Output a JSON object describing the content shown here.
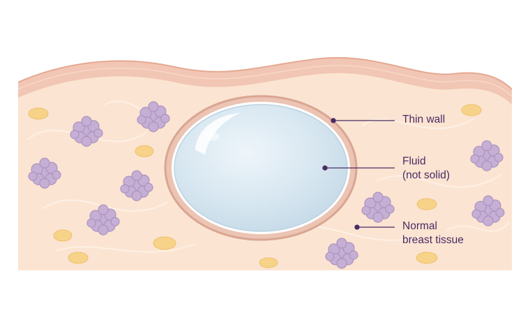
{
  "labels": {
    "thin_wall": "Thin wall",
    "fluid_line1": "Fluid",
    "fluid_line2": "(not solid)",
    "tissue_line1": "Normal",
    "tissue_line2": "breast tissue"
  },
  "colors": {
    "skin": "#f2c6b4",
    "skin_edge": "#e4a992",
    "tissue": "#fbe4d2",
    "fat_lobule": "#b9a2c8",
    "fat_globule": "#f7d389",
    "cyst_fluid": "#d6e6f0",
    "cyst_wall": "#d9a593",
    "callout": "#4a2c63"
  }
}
